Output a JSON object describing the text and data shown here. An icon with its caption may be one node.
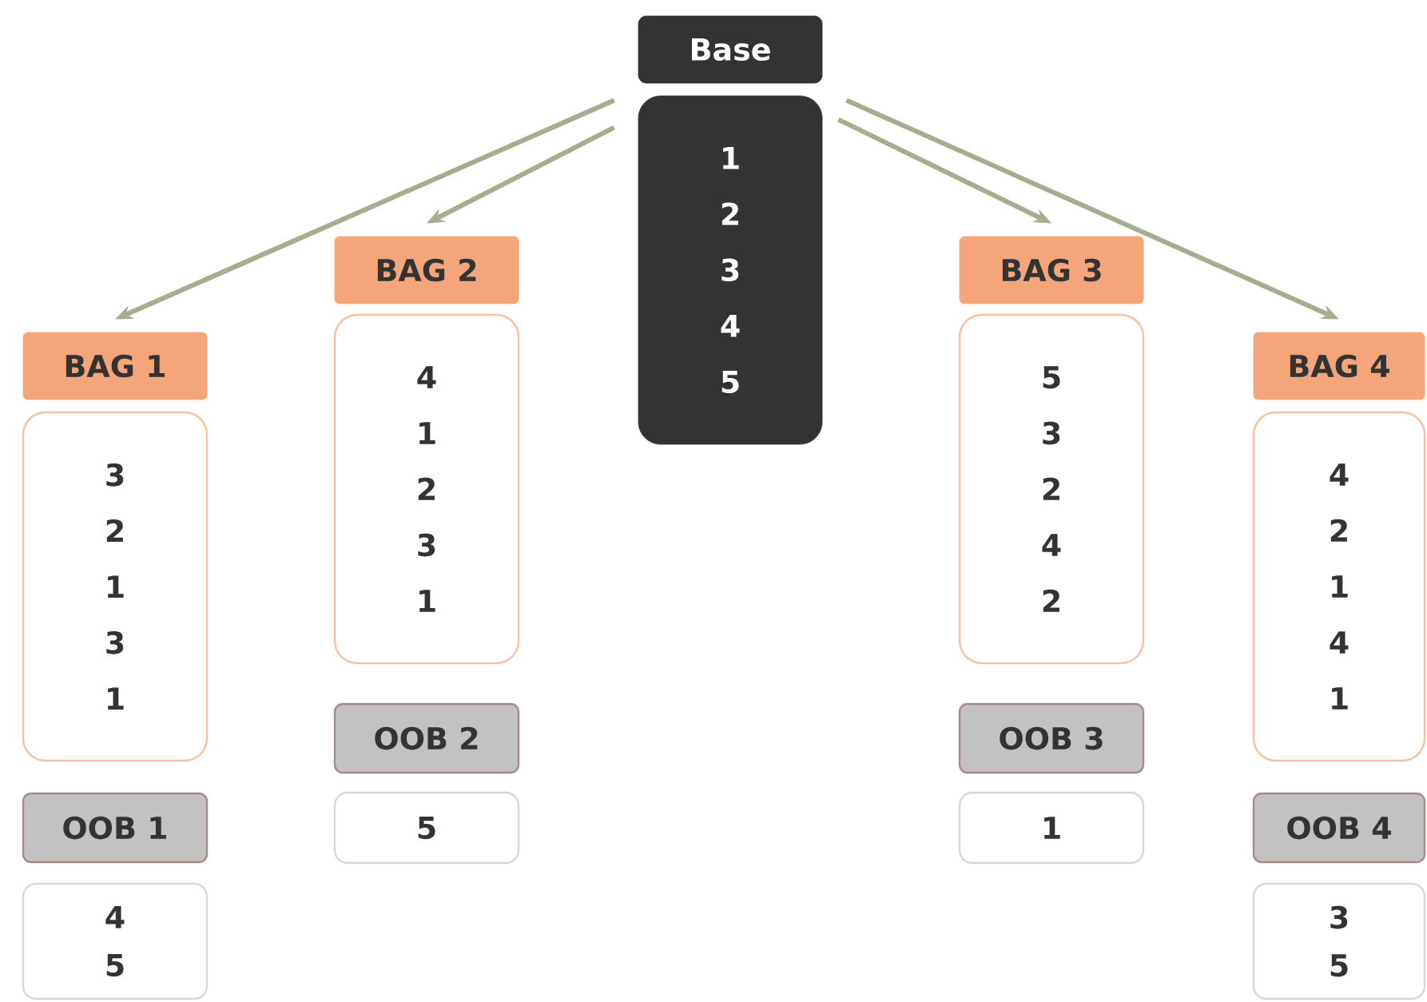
{
  "diagram": {
    "nodes": [
      {
        "text": [
          "Base"
        ]
      },
      {
        "text": [
          "1 2 3 4 5"
        ]
      },
      {
        "text": [
          "BAG 1"
        ]
      },
      {
        "text": [
          "3 2 1 3 1"
        ]
      },
      {
        "text": [
          "OOB 1"
        ]
      },
      {
        "text": [
          "4 5"
        ]
      },
      {
        "text": [
          "BAG 2"
        ]
      },
      {
        "text": [
          "4 1 2 3 1"
        ]
      },
      {
        "text": [
          "OOB 2"
        ]
      },
      {
        "text": [
          "5"
        ]
      },
      {
        "text": [
          "BAG 3"
        ]
      },
      {
        "text": [
          "5 3 2 4 2"
        ]
      },
      {
        "text": [
          "OOB 3"
        ]
      },
      {
        "text": [
          "1"
        ]
      },
      {
        "text": [
          "BAG 4"
        ]
      },
      {
        "text": [
          "4 2 1 4 1"
        ]
      },
      {
        "text": [
          "OOB 4"
        ]
      },
      {
        "text": [
          "3 5"
        ]
      }
    ],
    "edges": [
      {
        "from": 1,
        "to": 2,
        "arrow": "to"
      },
      {
        "from": 1,
        "to": 6,
        "arrow": "to"
      },
      {
        "from": 1,
        "to": 10,
        "arrow": "to"
      },
      {
        "from": 1,
        "to": 14,
        "arrow": "to"
      }
    ]
  }
}
